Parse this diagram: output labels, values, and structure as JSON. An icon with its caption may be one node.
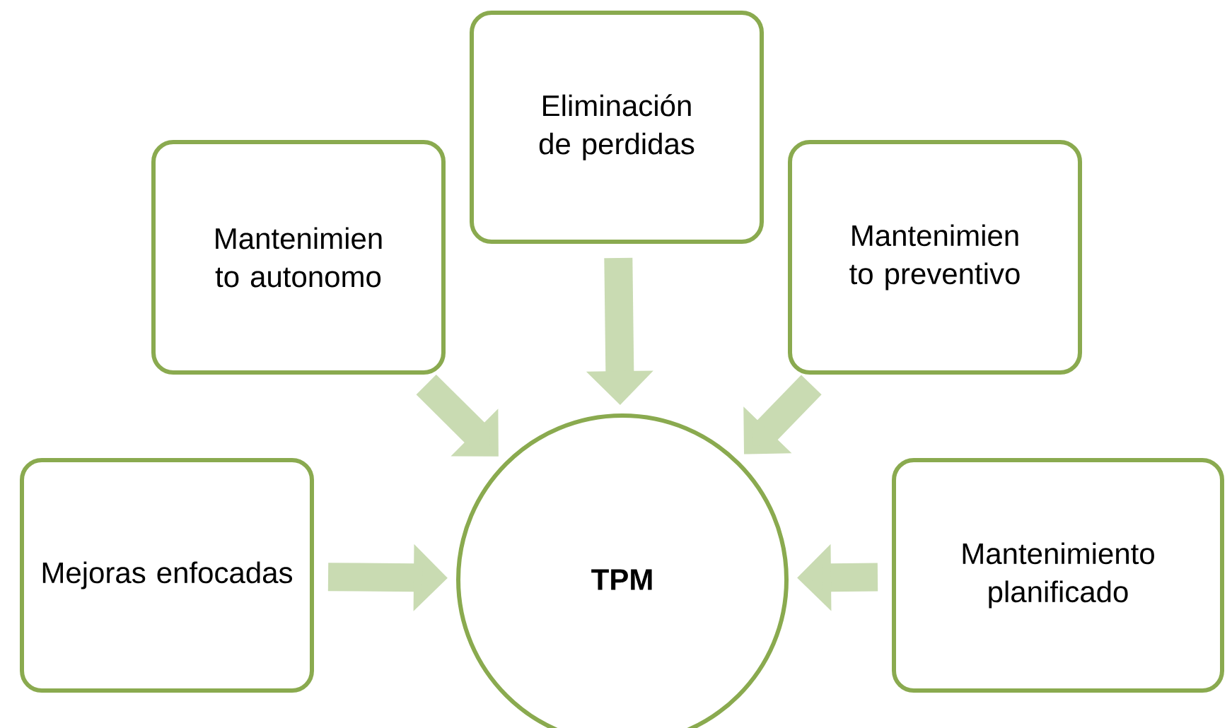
{
  "diagram": {
    "nodes": [
      {
        "text": [
          "Eliminación de perdidas"
        ]
      },
      {
        "text": [
          "Mantenimien to autonomo"
        ]
      },
      {
        "text": [
          "Mantenimien to preventivo"
        ]
      },
      {
        "text": [
          "Mejoras enfocadas"
        ]
      },
      {
        "text": [
          "TPM"
        ]
      },
      {
        "text": [
          "Mantenimiento planificado"
        ]
      }
    ],
    "edges": [
      {
        "from": 0,
        "to": 4,
        "arrow": "to"
      },
      {
        "from": 1,
        "to": 4,
        "arrow": "to"
      },
      {
        "from": 2,
        "to": 4,
        "arrow": "to"
      },
      {
        "from": 3,
        "to": 4,
        "arrow": "to"
      },
      {
        "from": 5,
        "to": 4,
        "arrow": "to"
      }
    ]
  }
}
